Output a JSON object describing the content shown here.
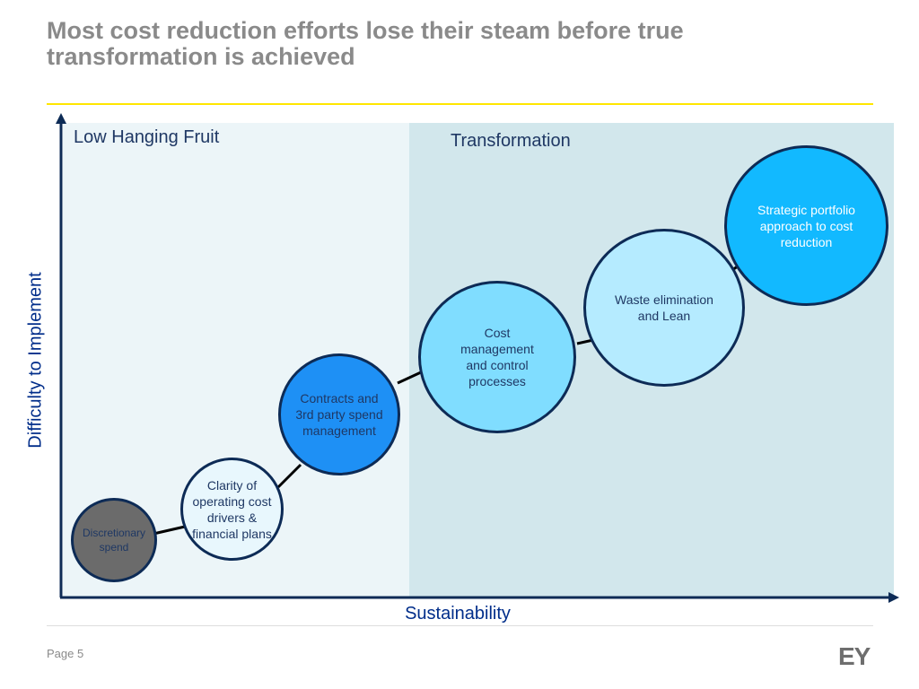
{
  "title": {
    "line1": "Most cost reduction efforts lose their steam before true",
    "line2": "transformation is achieved"
  },
  "zones": {
    "left_label": "Low Hanging Fruit",
    "right_label": "Transformation"
  },
  "axes": {
    "y_label": "Difficulty to Implement",
    "x_label": "Sustainability"
  },
  "steps": [
    {
      "label": "Discretionary spend",
      "fill": "#6b6b6b",
      "text_color": "#1f3864"
    },
    {
      "label": "Clarity of operating cost drivers & financial plans",
      "fill": "#e8f7fd",
      "text_color": "#1f3864"
    },
    {
      "label": "Contracts and 3rd party spend management",
      "fill": "#1e90f5",
      "text_color": "#1f3864"
    },
    {
      "label": "Cost management and control processes",
      "fill": "#80ddff",
      "text_color": "#1f3864"
    },
    {
      "label": "Waste elimination and Lean",
      "fill": "#b5ebff",
      "text_color": "#1f3864"
    },
    {
      "label": "Strategic portfolio approach to cost reduction",
      "fill": "#12b9ff",
      "text_color": "#ffffff"
    }
  ],
  "colors": {
    "accent_yellow": "#ffe600",
    "axis": "#0d2b56",
    "title_grey": "#8a8a8a"
  },
  "footer": {
    "page": "Page 5",
    "logo_text": "EY"
  }
}
